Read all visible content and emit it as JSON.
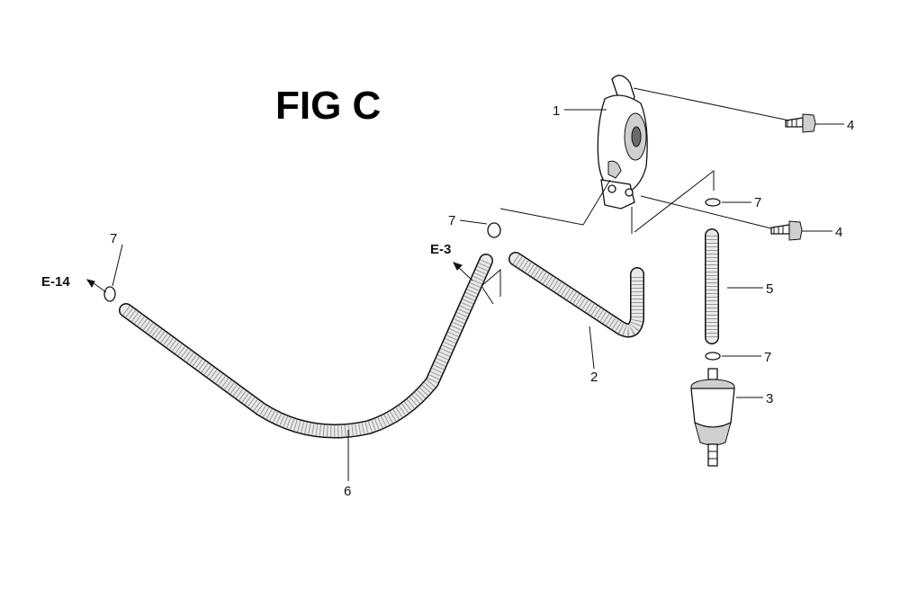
{
  "figure": {
    "title": "FIG C"
  },
  "references": {
    "left": "E-14",
    "mid": "E-3"
  },
  "parts": {
    "pump": "1",
    "tube_short": "2",
    "filter": "3",
    "bolt_upper": "4",
    "bolt_lower": "4",
    "tube_straight": "5",
    "tube_long": "6",
    "clip_left": "7",
    "clip_mid": "7",
    "clip_right_upper": "7",
    "clip_right_lower": "7"
  }
}
